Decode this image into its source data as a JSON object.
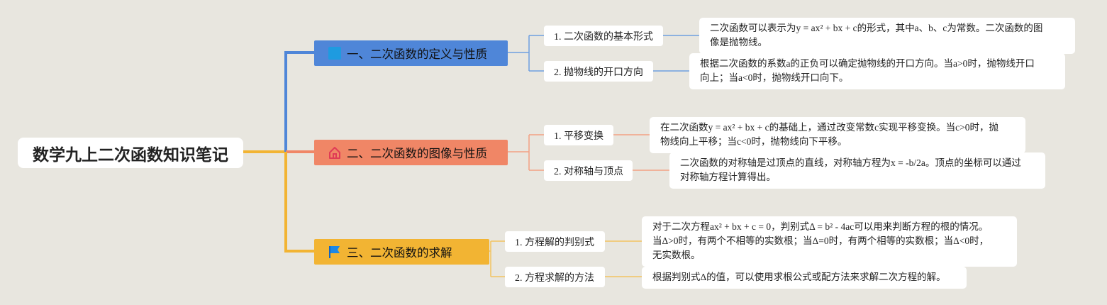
{
  "root": {
    "title": "数学九上二次函数知识笔记"
  },
  "colors": {
    "topic1": "#4f86d8",
    "topic2": "#f08666",
    "topic3": "#f2b433",
    "background": "#e8e6df"
  },
  "topics": [
    {
      "label": "一、二次函数的定义与性质",
      "icon": "blue-square-icon",
      "subs": [
        {
          "label": "1. 二次函数的基本形式",
          "note": "二次函数可以表示为y = ax² + bx + c的形式，其中a、b、c为常数。二次函数的图\n像是抛物线。"
        },
        {
          "label": "2. 抛物线的开口方向",
          "note": "根据二次函数的系数a的正负可以确定抛物线的开口方向。当a>0时，抛物线开口\n向上；当a<0时，抛物线开口向下。"
        }
      ]
    },
    {
      "label": "二、二次函数的图像与性质",
      "icon": "house-icon",
      "subs": [
        {
          "label": "1. 平移变换",
          "note": "在二次函数y = ax² + bx + c的基础上，通过改变常数c实现平移变换。当c>0时，抛\n物线向上平移；当c<0时，抛物线向下平移。"
        },
        {
          "label": "2. 对称轴与顶点",
          "note": "二次函数的对称轴是过顶点的直线，对称轴方程为x = -b/2a。顶点的坐标可以通过\n对称轴方程计算得出。"
        }
      ]
    },
    {
      "label": "三、二次函数的求解",
      "icon": "flag-icon",
      "subs": [
        {
          "label": "1. 方程解的判别式",
          "note": "对于二次方程ax² + bx + c = 0，判别式Δ = b² - 4ac可以用来判断方程的根的情况。\n当Δ>0时，有两个不相等的实数根；当Δ=0时，有两个相等的实数根；当Δ<0时，\n无实数根。"
        },
        {
          "label": "2. 方程求解的方法",
          "note": "根据判别式Δ的值，可以使用求根公式或配方法来求解二次方程的解。"
        }
      ]
    }
  ]
}
